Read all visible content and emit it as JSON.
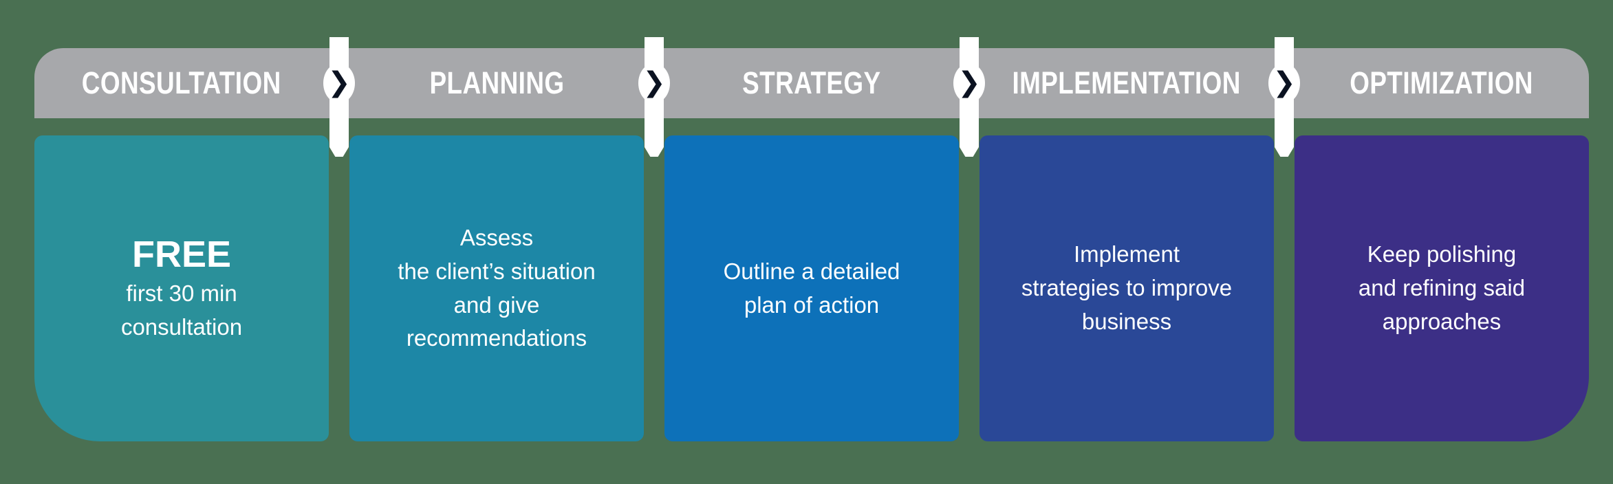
{
  "diagram": {
    "background_color": "#4a7052",
    "banner_color": "#a7a8ab",
    "label_color": "#ffffff",
    "card_text_color": "#ffffff",
    "separator": {
      "bar_color": "#ffffff",
      "chevron": "❯",
      "chevron_color": "#0b1221"
    },
    "stages": [
      {
        "label": "CONSULTATION",
        "card_color": "#2a909a",
        "heading": "FREE",
        "lines": [
          "first 30 min",
          "consultation"
        ]
      },
      {
        "label": "PLANNING",
        "card_color": "#1d87a6",
        "heading": "",
        "lines": [
          "Assess",
          "the client’s situation",
          "and give",
          "recommendations"
        ]
      },
      {
        "label": "STRATEGY",
        "card_color": "#0d71b9",
        "heading": "",
        "lines": [
          "Outline a detailed",
          "plan of action"
        ]
      },
      {
        "label": "IMPLEMENTATION",
        "card_color": "#2a4897",
        "heading": "",
        "lines": [
          "Implement",
          "strategies to improve",
          "business"
        ]
      },
      {
        "label": "OPTIMIZATION",
        "card_color": "#3c2f86",
        "heading": "",
        "lines": [
          "Keep polishing",
          "and refining said",
          "approaches"
        ]
      }
    ]
  }
}
